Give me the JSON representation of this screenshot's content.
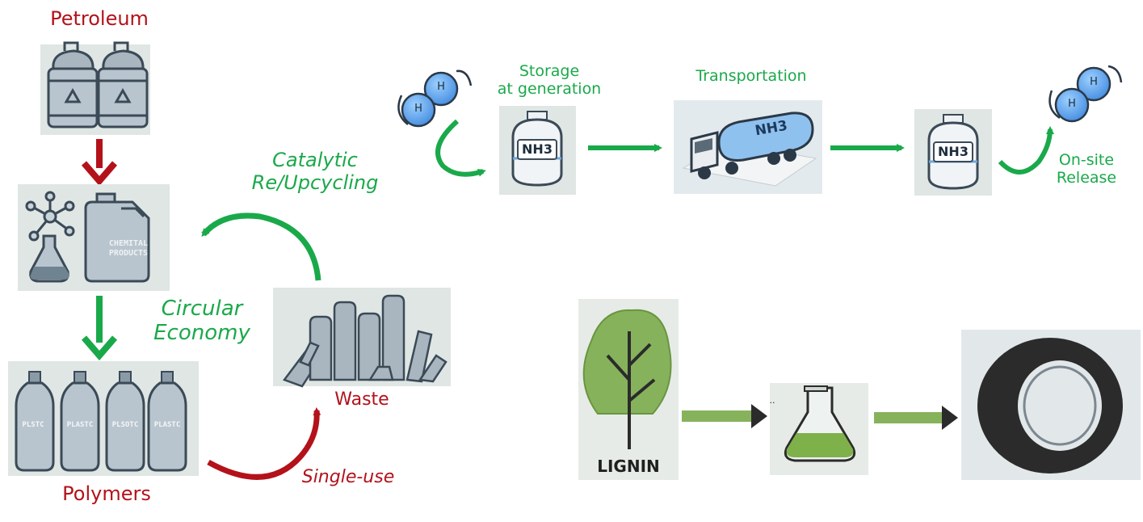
{
  "colors": {
    "red": "#b3121b",
    "green": "#1aa94a",
    "h2_blue": "#5aa6ee",
    "tree_green": "#7fae52",
    "tile_bg": "#dfe6e4"
  },
  "left": {
    "petroleum": "Petroleum",
    "chemical_label_1": "CHEMITAL",
    "chemical_label_2": "PRODUCTS",
    "circular_1": "Circular",
    "circular_2": "Economy",
    "catalytic_1": "Catalytic",
    "catalytic_2": "Re/Upcycling",
    "waste": "Waste",
    "polymers": "Polymers",
    "single_use": "Single-use",
    "bottle_labels": [
      "PLSTC",
      "PLASTC",
      "PLSOTC",
      "PLASTC"
    ]
  },
  "top_right": {
    "h_atom": "H",
    "storage_1": "Storage",
    "storage_2": "at generation",
    "transportation": "Transportation",
    "nh3": "NH3",
    "onsite_1": "On-site",
    "onsite_2": "Release"
  },
  "bottom_right": {
    "lignin": "LIGNIN",
    "dots": ".."
  }
}
